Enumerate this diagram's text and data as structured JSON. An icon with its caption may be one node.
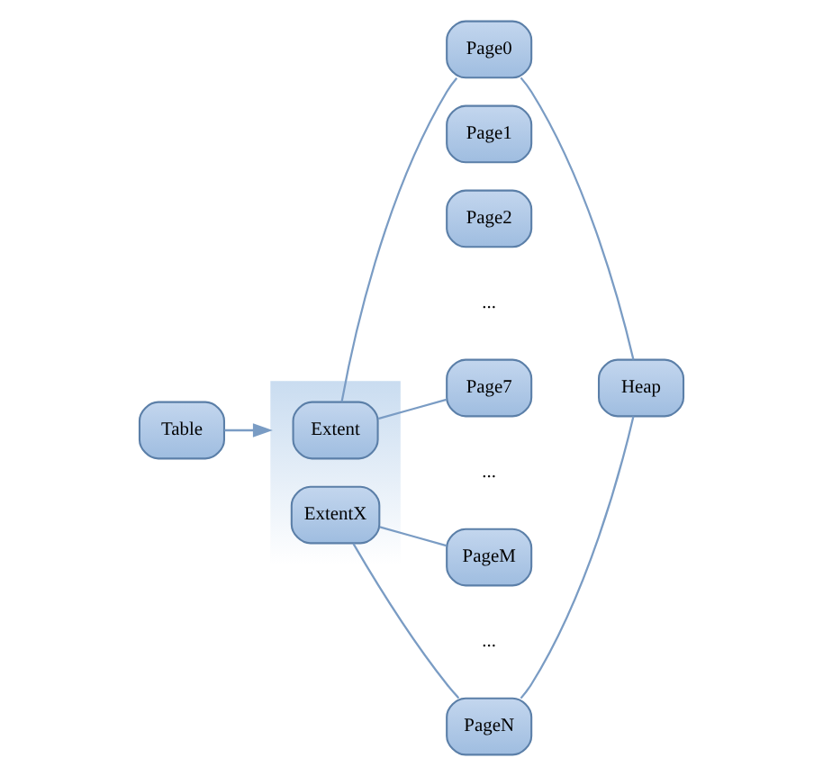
{
  "diagram": {
    "nodes": [
      {
        "text": [
          "Table"
        ]
      },
      {
        "text": [],
        "shape": "box"
      },
      {
        "text": [
          "Extent"
        ],
        "in": 1
      },
      {
        "text": [
          "ExtentX"
        ],
        "in": 1
      },
      {
        "text": [
          "Page0"
        ]
      },
      {
        "text": [
          "Page1"
        ]
      },
      {
        "text": [
          "Page2"
        ]
      },
      {
        "text": [
          "Page7"
        ]
      },
      {
        "text": [
          "PageM"
        ]
      },
      {
        "text": [
          "PageN"
        ]
      },
      {
        "text": [
          "Heap"
        ]
      }
    ],
    "edges": [
      {
        "from": 0,
        "to": 1,
        "arrow": "to"
      },
      {
        "from": 2,
        "to": 4,
        "arrow": "none"
      },
      {
        "from": 2,
        "to": 7,
        "arrow": "none"
      },
      {
        "from": 3,
        "to": 8,
        "arrow": "none"
      },
      {
        "from": 3,
        "to": 9,
        "arrow": "none"
      },
      {
        "from": 4,
        "to": 10,
        "arrow": "none"
      },
      {
        "from": 9,
        "to": 10,
        "arrow": "none"
      }
    ],
    "labels": [
      "...",
      "...",
      "..."
    ]
  }
}
